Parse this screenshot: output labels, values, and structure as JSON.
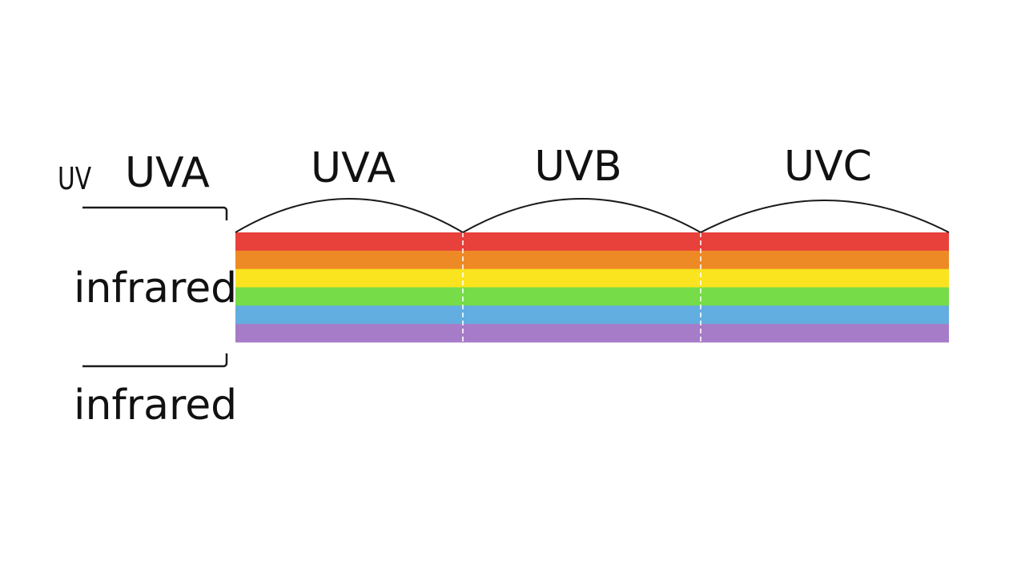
{
  "labels": {
    "uv_small": "UV",
    "uva_side": "UVA",
    "infrared_1": "infrared",
    "infrared_2": "infrared"
  },
  "bands": [
    {
      "label": "UVA"
    },
    {
      "label": "UVB"
    },
    {
      "label": "UVC"
    }
  ],
  "stripe_colors": [
    "#e8403a",
    "#ee8a26",
    "#fae31f",
    "#76dc48",
    "#63aee0",
    "#a67cc9"
  ],
  "colors": {
    "text": "#111111",
    "line": "#1a1a1a",
    "divider": "#ffffff",
    "background": "#ffffff"
  }
}
